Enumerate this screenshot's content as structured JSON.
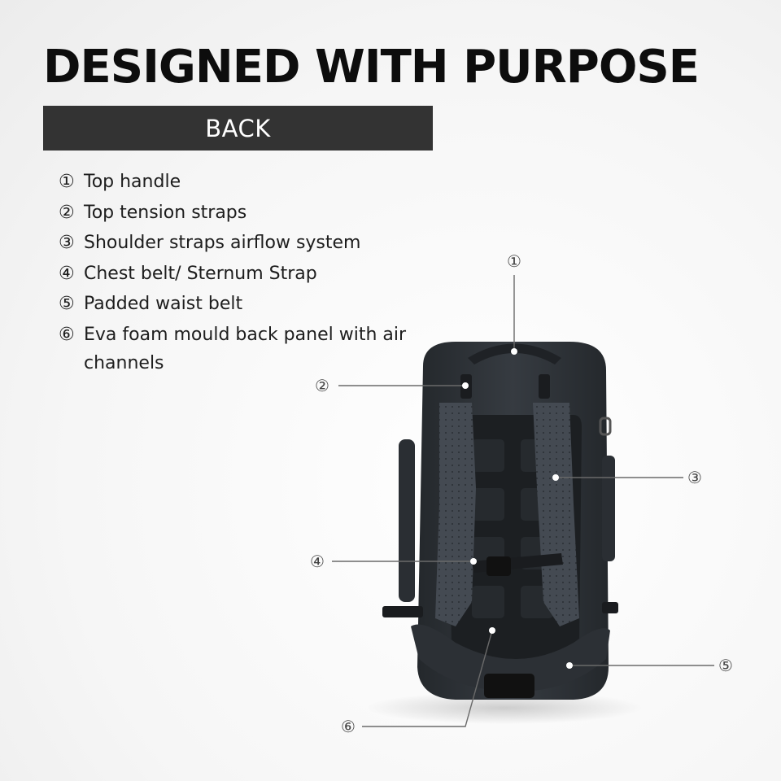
{
  "title": "DESIGNED WITH PURPOSE",
  "banner": "BACK",
  "features": [
    {
      "num": "①",
      "text": "Top handle"
    },
    {
      "num": "②",
      "text": "Top tension straps"
    },
    {
      "num": "③",
      "text": "Shoulder straps airflow system"
    },
    {
      "num": "④",
      "text": "Chest belt/ Sternum Strap"
    },
    {
      "num": "⑤",
      "text": "Padded waist belt"
    },
    {
      "num": "⑥",
      "text": "Eva foam mould back panel with air channels"
    }
  ],
  "callouts": [
    "①",
    "②",
    "③",
    "④",
    "⑤",
    "⑥"
  ],
  "colors": {
    "banner_bg": "#333333",
    "bag_body": "#2f3338",
    "strap": "#3a3f46",
    "panel": "#1c1f22"
  }
}
